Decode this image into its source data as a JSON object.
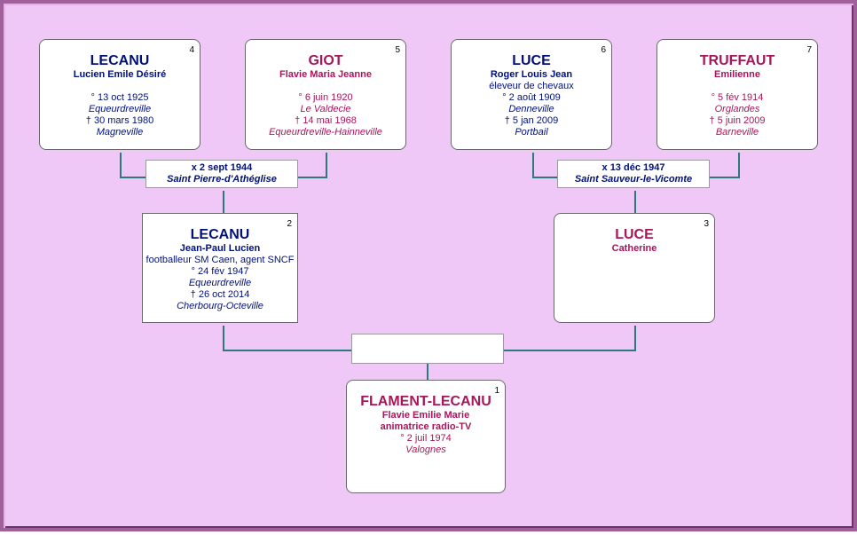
{
  "persons": {
    "p4": {
      "num": "4",
      "surname": "LECANU",
      "given": "Lucien Emile Désiré",
      "birth": "° 13 oct 1925",
      "birth_place": "Equeurdreville",
      "death": "† 30 mars 1980",
      "death_place": "Magneville"
    },
    "p5": {
      "num": "5",
      "surname": "GIOT",
      "given": "Flavie Maria Jeanne",
      "birth": "° 6 juin 1920",
      "birth_place": "Le Valdecie",
      "death": "† 14 mai 1968",
      "death_place": "Equeurdreville-Hainneville"
    },
    "p6": {
      "num": "6",
      "surname": "LUCE",
      "given": "Roger Louis Jean",
      "occupation": "éleveur de chevaux",
      "birth": "° 2 août 1909",
      "birth_place": "Denneville",
      "death": "† 5 jan 2009",
      "death_place": "Portbail"
    },
    "p7": {
      "num": "7",
      "surname": "TRUFFAUT",
      "given": "Emilienne",
      "birth": "° 5 fév 1914",
      "birth_place": "Orglandes",
      "death": "† 5 juin 2009",
      "death_place": "Barneville"
    },
    "p2": {
      "num": "2",
      "surname": "LECANU",
      "given": "Jean-Paul Lucien",
      "occupation": "footballeur SM Caen, agent SNCF",
      "birth": "° 24 fév 1947",
      "birth_place": "Equeurdreville",
      "death": "† 26 oct 2014",
      "death_place": "Cherbourg-Octeville"
    },
    "p3": {
      "num": "3",
      "surname": "LUCE",
      "given": "Catherine"
    },
    "p1": {
      "num": "1",
      "surname": "FLAMENT-LECANU",
      "given": "Flavie Emilie Marie",
      "occupation": "animatrice radio-TV",
      "birth": "° 2 juil 1974",
      "birth_place": "Valognes"
    }
  },
  "marriages": {
    "m45": {
      "date": "x 2 sept 1944",
      "place": "Saint Pierre-d'Athéglise"
    },
    "m67": {
      "date": "x 13 déc 1947",
      "place": "Saint Sauveur-le-Vicomte"
    }
  },
  "colors": {
    "background": "#f0c8f8",
    "male": "#00107a",
    "female": "#a8155a",
    "connector": "#2a7a7a"
  }
}
